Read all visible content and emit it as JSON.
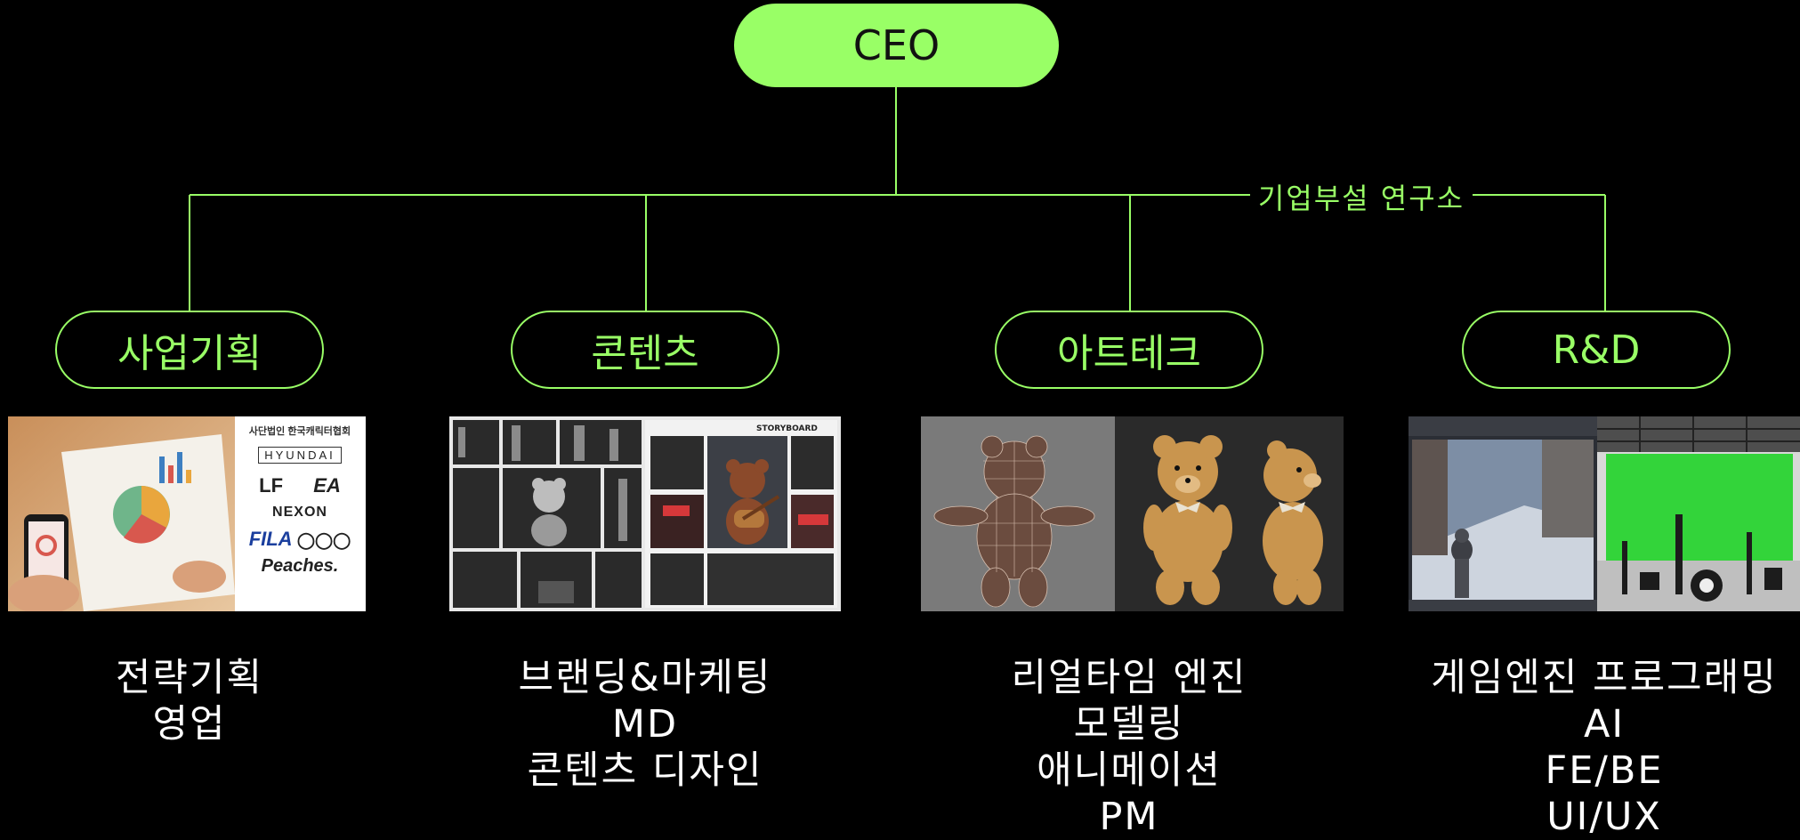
{
  "ceo": {
    "label": "CEO"
  },
  "research_label": "기업부설 연구소",
  "colors": {
    "accent": "#99ff66",
    "background": "#000000",
    "text": "#ffffff"
  },
  "departments": [
    {
      "name": "사업기획",
      "roles": [
        "전략기획",
        "영업"
      ],
      "image": {
        "logos": [
          "사단법인 한국캐릭터협회",
          "HYUNDAI",
          "LF",
          "EA",
          "NEXON",
          "FILA",
          "Peaches."
        ]
      }
    },
    {
      "name": "콘텐츠",
      "roles": [
        "브랜딩&마케팅",
        "MD",
        "콘텐츠 디자인"
      ],
      "image": {
        "storyboard_title": "STORYBOARD"
      }
    },
    {
      "name": "아트테크",
      "roles": [
        "리얼타임 엔진",
        "모델링",
        "애니메이션",
        "PM"
      ]
    },
    {
      "name": "R&D",
      "roles": [
        "게임엔진 프로그래밍",
        "AI",
        "FE/BE",
        "UI/UX"
      ]
    }
  ]
}
